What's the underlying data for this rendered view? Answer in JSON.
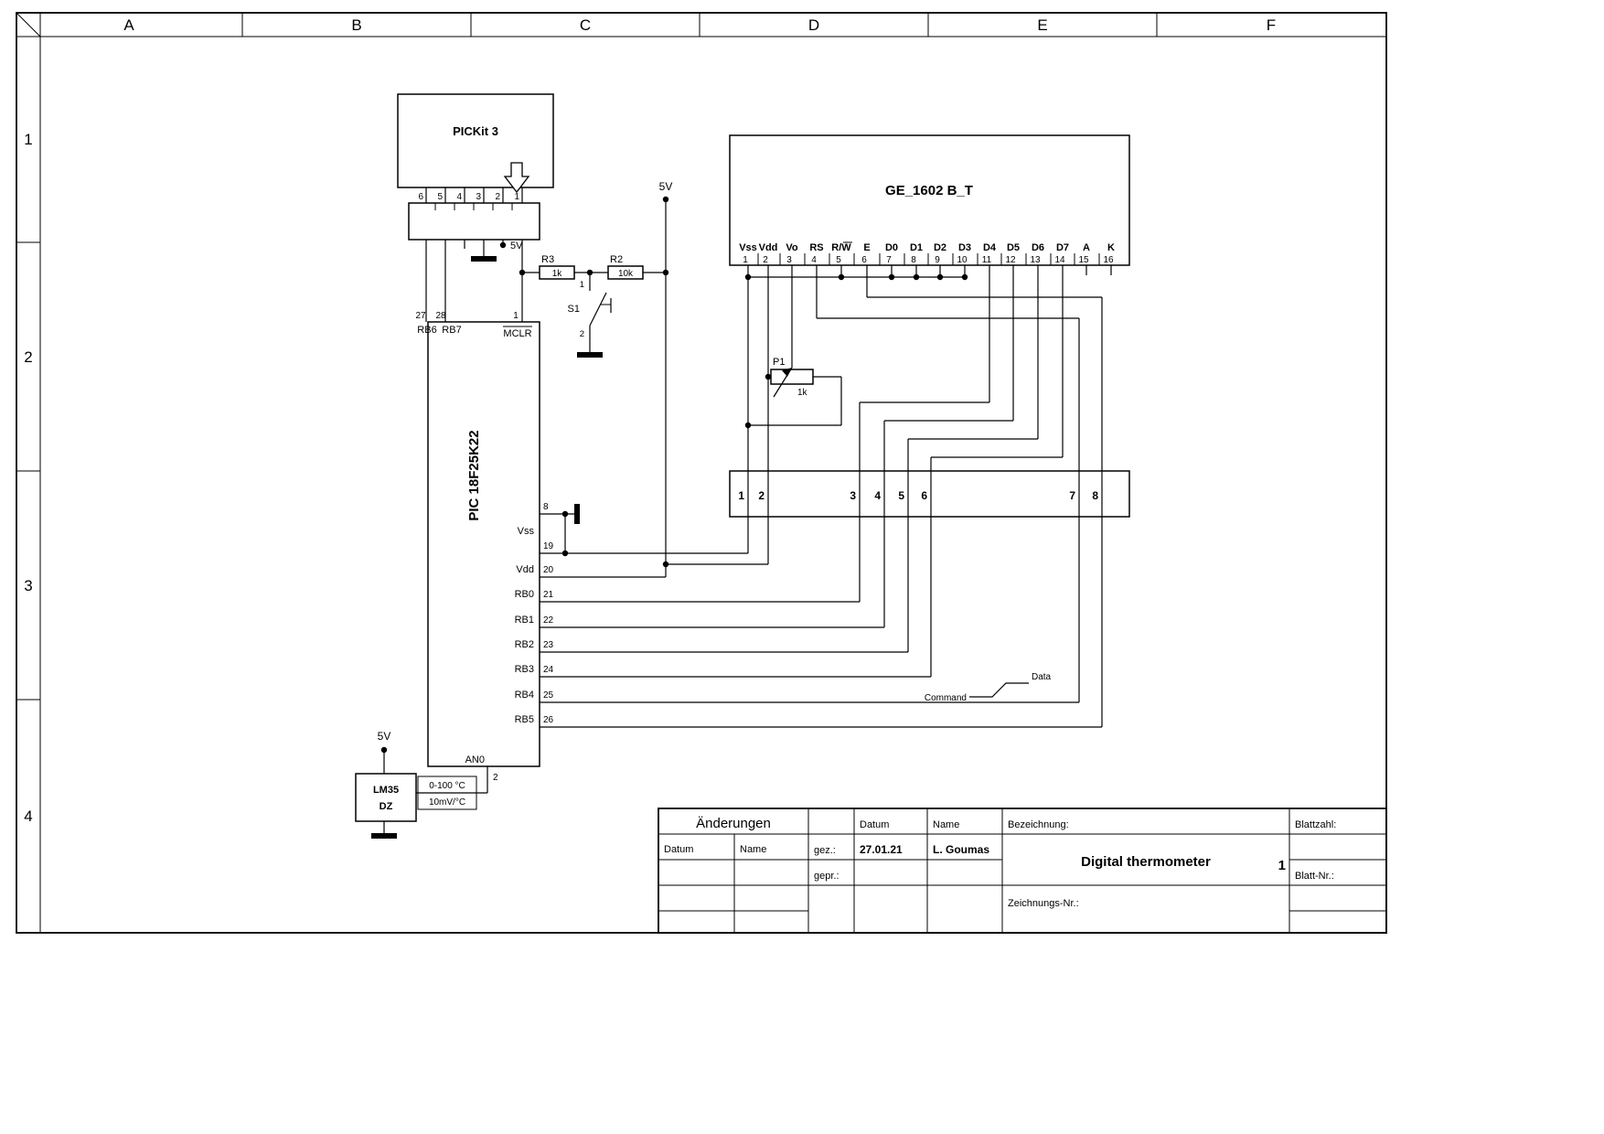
{
  "frame": {
    "columns": [
      "A",
      "B",
      "C",
      "D",
      "E",
      "F"
    ],
    "rows": [
      "1",
      "2",
      "3",
      "4"
    ]
  },
  "power": {
    "v5": "5V"
  },
  "pickit": {
    "title": "PICKit 3",
    "connector_pins": [
      "6",
      "5",
      "4",
      "3",
      "2",
      "1"
    ]
  },
  "pic": {
    "title": "PIC 18F25K22",
    "top_pin_nums": [
      "27",
      "28",
      "1"
    ],
    "top_pin_labels": [
      "RB6",
      "RB7",
      "MCLR"
    ],
    "right_pin_nums": [
      "8",
      "19",
      "20",
      "21",
      "22",
      "23",
      "24",
      "25",
      "26"
    ],
    "right_pin_labels": [
      "Vss",
      "Vdd",
      "RB0",
      "RB1",
      "RB2",
      "RB3",
      "RB4",
      "RB5"
    ],
    "bottom_pin_num": "2",
    "bottom_pin_label": "AN0"
  },
  "lcd": {
    "title": "GE_1602 B_T",
    "pin_names": [
      "Vss",
      "Vdd",
      "Vo",
      "RS",
      "R/W",
      "E",
      "D0",
      "D1",
      "D2",
      "D3",
      "D4",
      "D5",
      "D6",
      "D7",
      "A",
      "K"
    ],
    "pin_nums": [
      "1",
      "2",
      "3",
      "4",
      "5",
      "6",
      "7",
      "8",
      "9",
      "10",
      "11",
      "12",
      "13",
      "14",
      "15",
      "16"
    ]
  },
  "bus": {
    "labels": [
      "1",
      "2",
      "3",
      "4",
      "5",
      "6",
      "7",
      "8"
    ]
  },
  "components": {
    "r3": {
      "ref": "R3",
      "value": "1k"
    },
    "r2": {
      "ref": "R2",
      "value": "10k"
    },
    "p1": {
      "ref": "P1",
      "value": "1k"
    },
    "s1": {
      "ref": "S1",
      "pin1": "1",
      "pin2": "2"
    },
    "lm35": {
      "name": "LM35",
      "suffix": "DZ",
      "range": "0-100 °C",
      "coefficient": "10mV/°C"
    }
  },
  "annotations": {
    "data": "Data",
    "command": "Command"
  },
  "titleblock": {
    "changes_header": "Änderungen",
    "datum_label": "Datum",
    "name_label": "Name",
    "gez_label": "gez.:",
    "gepr_label": "gepr.:",
    "drawn_date": "27.01.21",
    "drawn_name": "L. Goumas",
    "bezeichnung_label": "Bezeichnung:",
    "title": "Digital thermometer",
    "zeichnungs_nr_label": "Zeichnungs-Nr.:",
    "blattzahl_label": "Blattzahl:",
    "blatt_nr_label": "Blatt-Nr.:",
    "sheet_number": "1"
  }
}
